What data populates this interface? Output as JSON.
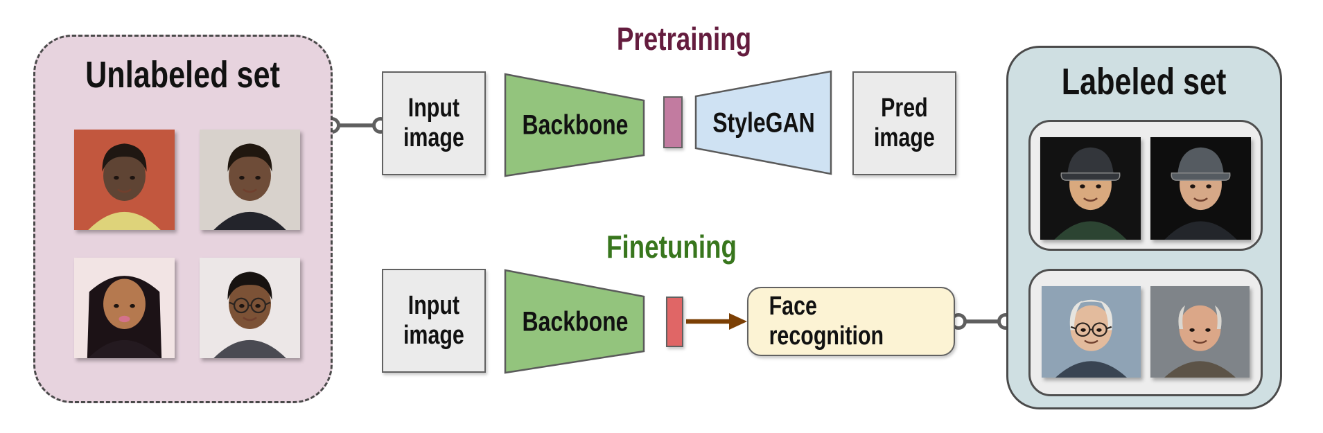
{
  "unlabeled": {
    "title": "Unlabeled set"
  },
  "labeled": {
    "title": "Labeled set"
  },
  "pretraining": {
    "title": "Pretraining",
    "input_label": "Input\nimage",
    "backbone_label": "Backbone",
    "stylegan_label": "StyleGAN",
    "pred_label": "Pred\nimage"
  },
  "finetuning": {
    "title": "Finetuning",
    "input_label": "Input\nimage",
    "backbone_label": "Backbone",
    "face_recognition_label": "Face recognition"
  },
  "colors": {
    "page_bg": "#ffffff",
    "text": "#111111",
    "unlabeled_bg": "#e7d3de",
    "labeled_bg": "#cfdfe2",
    "group_bg": "#ededed",
    "box_bg": "#ebebeb",
    "backbone_fill": "#93c47d",
    "stylegan_fill": "#cfe2f3",
    "latent_pretrain": "#c27ba0",
    "latent_finetune": "#e06666",
    "facerec_bg": "#fcf3d4",
    "arrow": "#7b3f04",
    "pretraining_title": "#641c3e",
    "finetuning_title": "#38761d",
    "border_dark": "#4a4a4a",
    "border_box": "#616161",
    "connector": "#5f5f5f",
    "shape_stroke": "#5a5a5a"
  },
  "faces": {
    "unlabeled": [
      {
        "alt": "baby face photo",
        "bg": "#c2573e",
        "skin": "#5f4434",
        "hair": "short",
        "hairColor": "#1f1712",
        "shirt": "#ded37a",
        "cap": null,
        "glasses": false,
        "lips": null
      },
      {
        "alt": "man in suit face photo",
        "bg": "#d8d2cc",
        "skin": "#6e4c38",
        "hair": "short",
        "hairColor": "#20170f",
        "shirt": "#23242b",
        "cap": null,
        "glasses": false,
        "lips": null
      },
      {
        "alt": "woman face photo",
        "bg": "#f2e4e4",
        "skin": "#b5794f",
        "hair": "long",
        "hairColor": "#1c1216",
        "shirt": "#241a20",
        "cap": null,
        "glasses": false,
        "lips": "#d4728c"
      },
      {
        "alt": "man with glasses face photo",
        "bg": "#ece7e7",
        "skin": "#7c5236",
        "hair": "short",
        "hairColor": "#171210",
        "shirt": "#4a4a52",
        "cap": null,
        "glasses": true,
        "lips": null
      }
    ],
    "labeled_group1": [
      {
        "alt": "man with cap photo 1",
        "bg": "#121212",
        "skin": "#d9a97e",
        "hair": "none",
        "hairColor": "#222",
        "shirt": "#2c4432",
        "cap": "#33363b",
        "glasses": false,
        "lips": null
      },
      {
        "alt": "man with cap photo 2",
        "bg": "#0e0e0e",
        "skin": "#d6a887",
        "hair": "none",
        "hairColor": "#222",
        "shirt": "#23262b",
        "cap": "#555b61",
        "glasses": false,
        "lips": null
      }
    ],
    "labeled_group2": [
      {
        "alt": "elderly man with glasses photo",
        "bg": "#8fa3b5",
        "skin": "#e3bb9d",
        "hair": "side",
        "hairColor": "#e6e4df",
        "shirt": "#394452",
        "cap": null,
        "glasses": true,
        "lips": null
      },
      {
        "alt": "elderly man photo",
        "bg": "#7f8489",
        "skin": "#dba788",
        "hair": "fringe",
        "hairColor": "#d9d6d0",
        "shirt": "#5c5347",
        "cap": null,
        "glasses": false,
        "lips": null
      }
    ]
  }
}
